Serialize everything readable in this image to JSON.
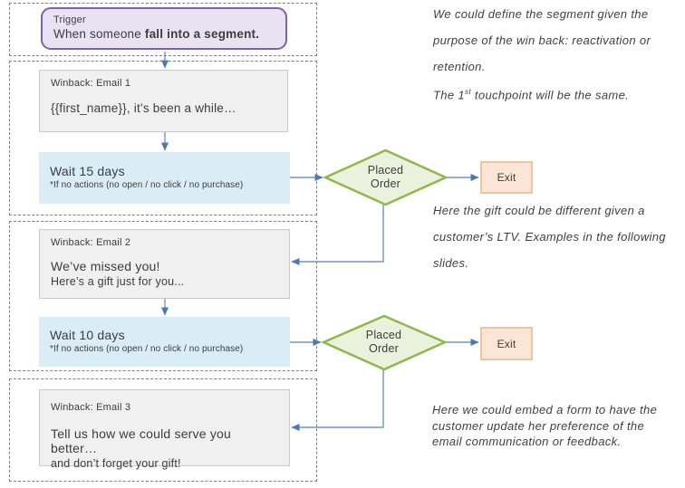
{
  "colors": {
    "trigger_fill": "#e8e3f2",
    "trigger_border": "#7d62a8",
    "email_fill": "#f0f0f0",
    "email_border": "#c9c9c9",
    "wait_fill": "#daecf6",
    "decision_fill": "#eaf1dc",
    "decision_border": "#8fb84b",
    "exit_fill": "#fbe5d6",
    "exit_border": "#efc49f",
    "connector_line": "#7296c4",
    "connector_arrow": "#4a77b5",
    "container_border": "#7f7f7f",
    "text": "#3d3d3d"
  },
  "trigger": {
    "label": "Trigger",
    "text_prefix": "When someone ",
    "text_bold": "fall into a segment."
  },
  "emails": [
    {
      "title": "Winback: Email 1",
      "line1": "{{first_name}}, it’s been a while…",
      "line2": ""
    },
    {
      "title": "Winback: Email 2",
      "line1": "We’ve missed you!",
      "line2": "Here’s a gift just for you..."
    },
    {
      "title": "Winback: Email 3",
      "line1": "Tell us how we could serve you better…",
      "line2": "and don’t forget your gift!"
    }
  ],
  "waits": [
    {
      "title": "Wait 15 days",
      "note": "*If no actions (no open / no click / no purchase)"
    },
    {
      "title": "Wait 10 days",
      "note": "*If no actions (no open / no click / no purchase)"
    }
  ],
  "decisions": [
    {
      "line1": "Placed",
      "line2": "Order"
    },
    {
      "line1": "Placed",
      "line2": "Order"
    }
  ],
  "exits": [
    {
      "label": "Exit"
    },
    {
      "label": "Exit"
    }
  ],
  "annotations": {
    "a1": {
      "lines": [
        "We could define the segment given the",
        "purpose of the win back: reactivation or",
        "retention."
      ]
    },
    "a2": {
      "prefix": "The 1",
      "sup": "st",
      "suffix": " touchpoint will be the same."
    },
    "a3": {
      "lines": [
        "Here the gift could be different given a",
        "customer’s LTV. Examples in the following",
        "slides."
      ]
    },
    "a4": {
      "lines": [
        "Here we could embed a form to have the",
        "customer update her preference of the",
        "email communication or feedback."
      ]
    }
  }
}
